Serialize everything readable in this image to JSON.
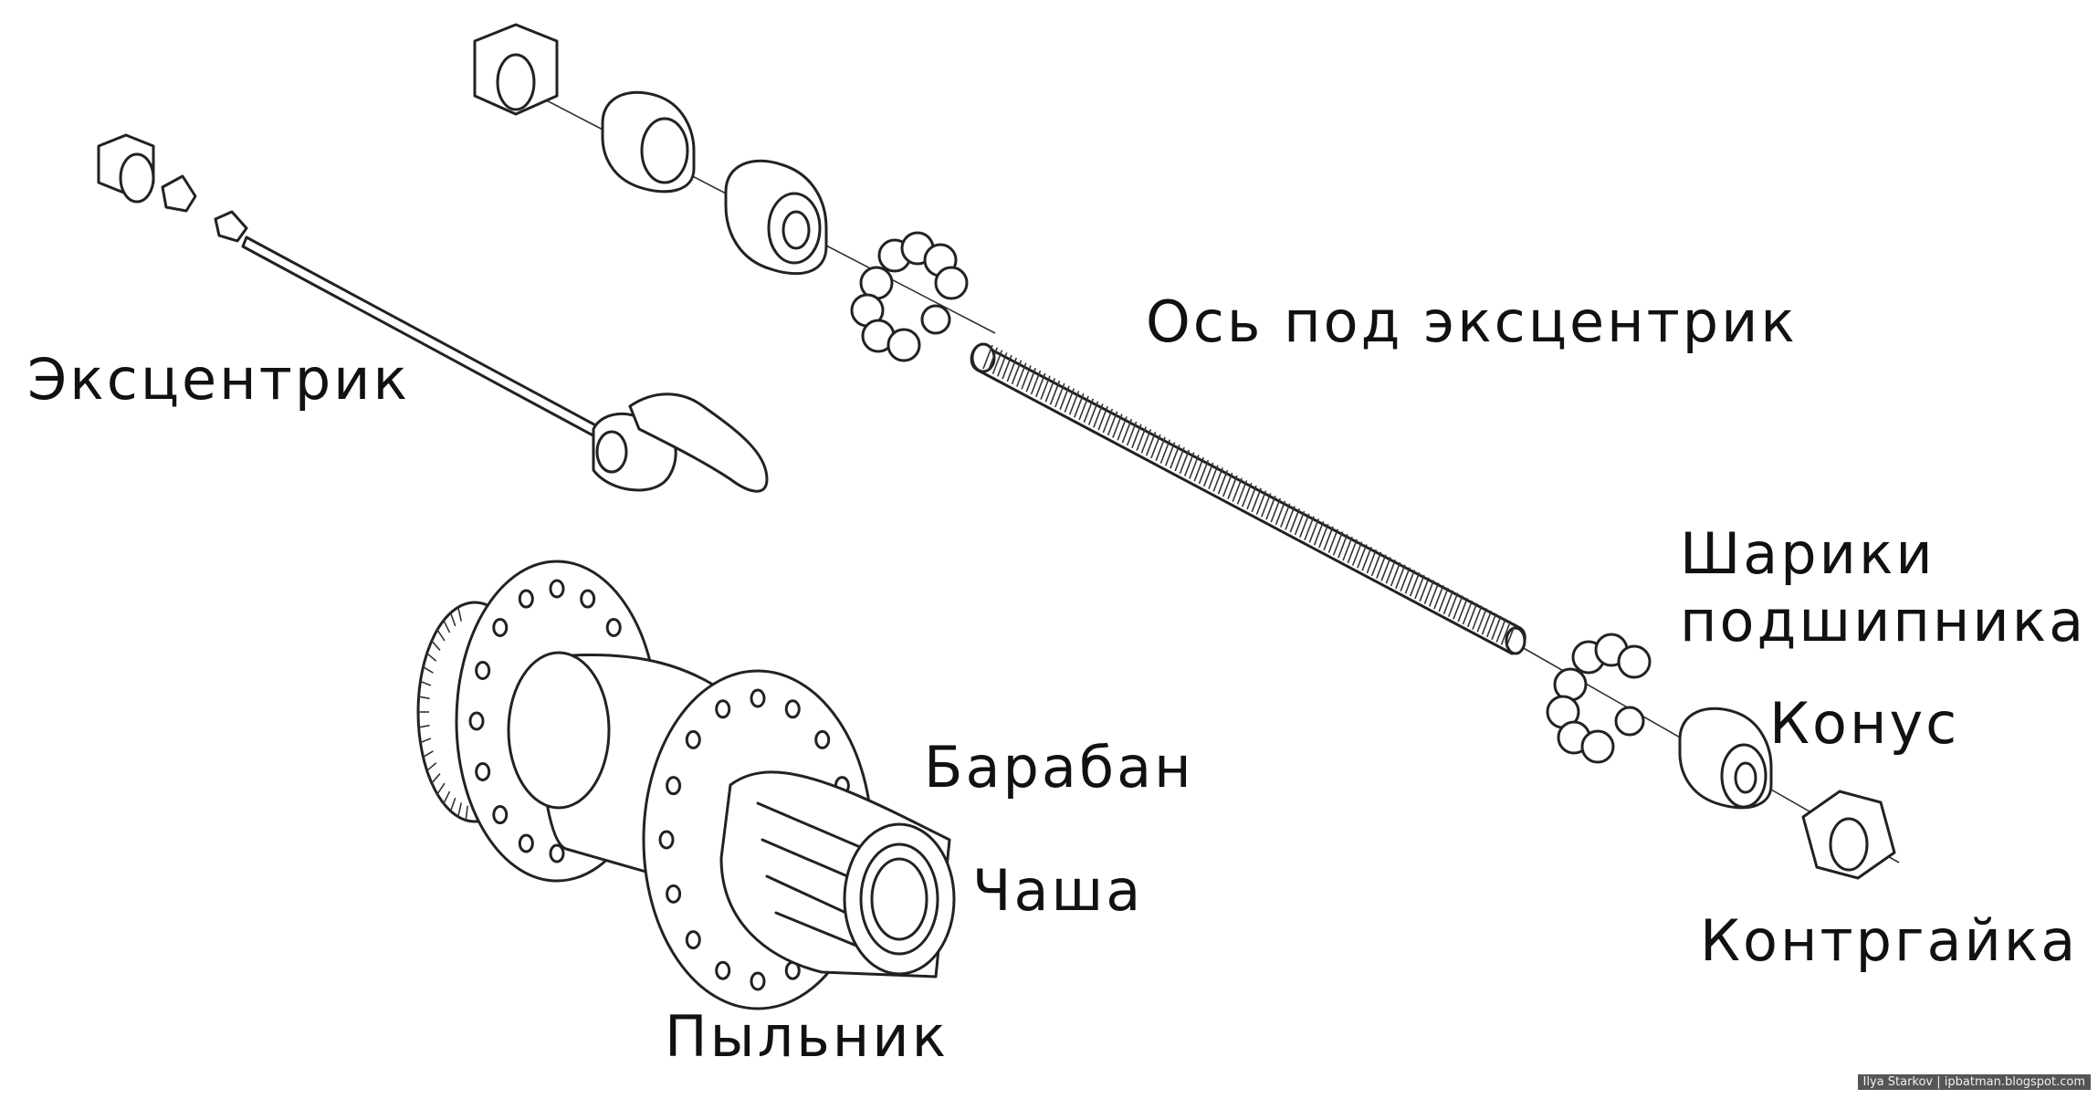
{
  "labels": {
    "skewer": "Эксцентрик",
    "axle": "Ось под эксцентрик",
    "bearings_line1": "Шарики",
    "bearings_line2": "подшипника",
    "cone": "Конус",
    "drum": "Барабан",
    "cup": "Чаша",
    "locknut": "Контргайка",
    "dustcap": "Пыльник"
  },
  "credit": "Ilya Starkov | ipbatman.blogspot.com"
}
